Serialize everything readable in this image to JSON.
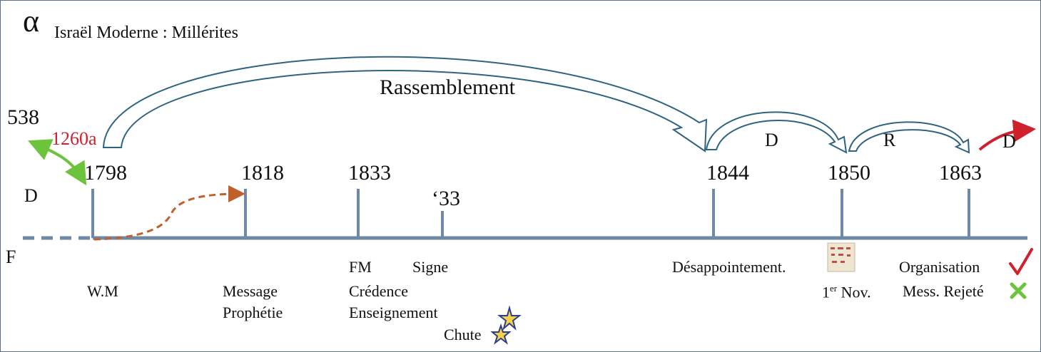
{
  "title": {
    "symbol": "α",
    "text": "Israël Moderne : Millérites"
  },
  "arcs": {
    "rassemblement": "Rassemblement",
    "d": "D",
    "r": "R",
    "d_after": "D"
  },
  "left": {
    "year_538": "538",
    "period": "1260a",
    "d": "D",
    "f": "F"
  },
  "years": [
    "1798",
    "1818",
    "1833",
    "‘33",
    "1844",
    "1850",
    "1863"
  ],
  "labels": {
    "wm": "W.M",
    "message": "Message",
    "prophetie": "Prophétie",
    "fm": "FM",
    "signe": "Signe",
    "credence": "Crédence",
    "enseignement": "Enseignement",
    "chute": "Chute",
    "desappointement": "Désappointement.",
    "nov_num": "1",
    "nov_sup": "er",
    "nov_word": " Nov.",
    "organisation": "Organisation",
    "mess_rejete": "Mess. Rejeté"
  },
  "colors": {
    "line": "#6e89a6",
    "arc_stroke": "#2e6480",
    "red": "#d01f2d",
    "green": "#6cc33c",
    "orange_dash": "#c0602a",
    "star_fill": "#f5d04a",
    "star_stroke": "#2d3f8e"
  }
}
